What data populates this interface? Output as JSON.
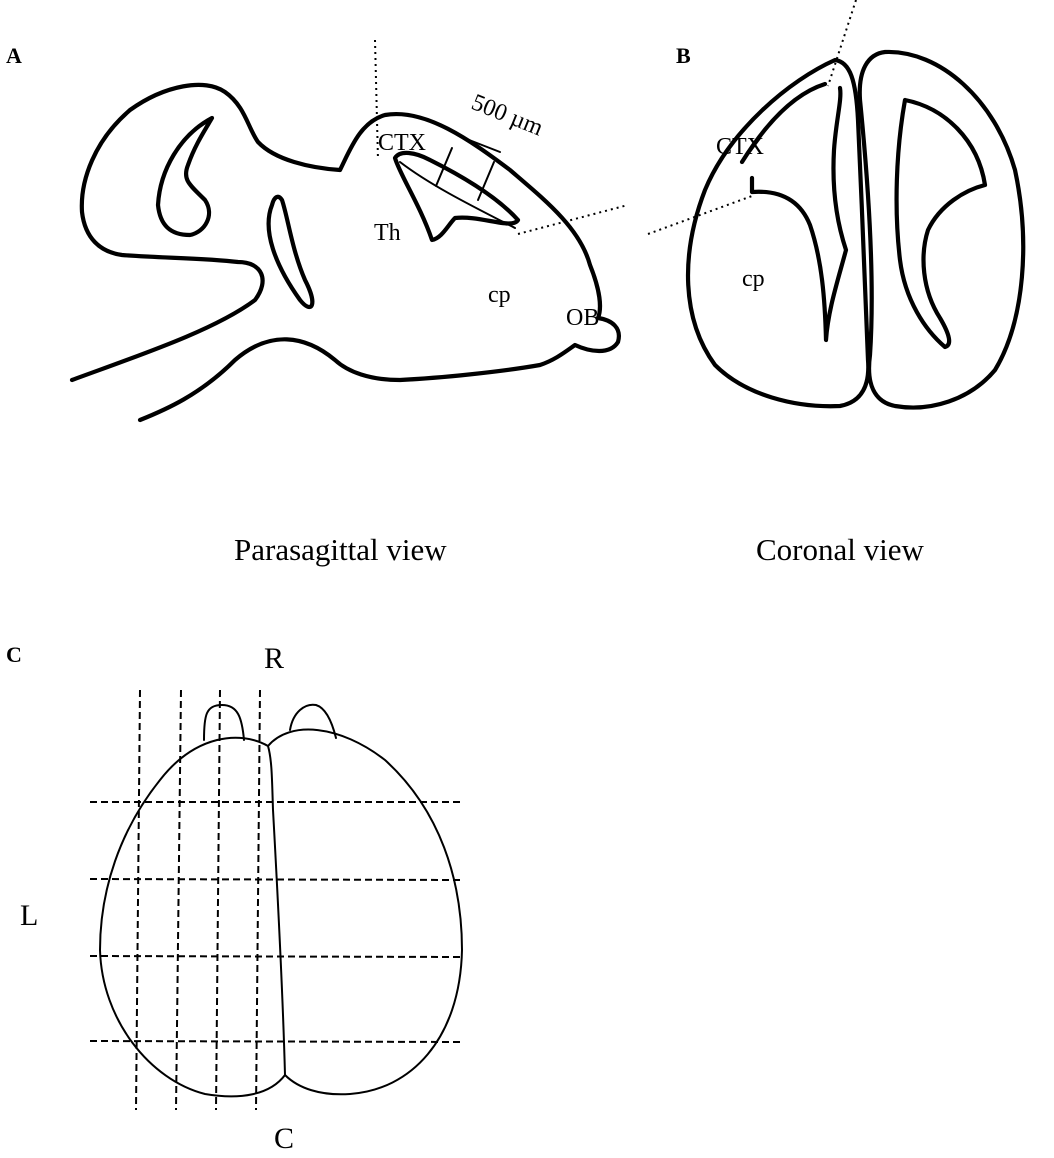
{
  "panels": {
    "a": {
      "letter": "A",
      "caption": "Parasagittal view",
      "labels": {
        "ctx": "CTX",
        "scale": "500 µm",
        "th": "Th",
        "cp": "cp",
        "ob": "OB"
      }
    },
    "b": {
      "letter": "B",
      "caption": "Coronal view",
      "labels": {
        "ctx": "CTX",
        "cp": "cp"
      }
    },
    "c": {
      "letter": "C",
      "axes": {
        "rostral": "R",
        "caudal": "C",
        "lateral": "L"
      }
    }
  }
}
